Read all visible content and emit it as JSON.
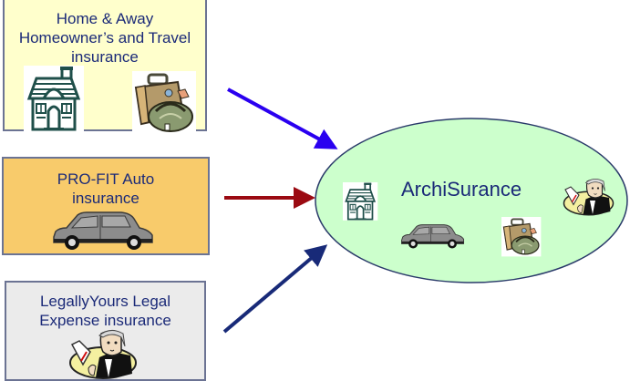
{
  "diagram": {
    "sources": [
      {
        "id": "home",
        "lines": [
          "Home & Away",
          "Homeowner’s and Travel",
          "insurance"
        ],
        "background": "#ffffcc",
        "icons": [
          "house-icon",
          "luggage-icon"
        ]
      },
      {
        "id": "auto",
        "lines": [
          "PRO-FIT Auto",
          "insurance"
        ],
        "background": "#f8cb6b",
        "icons": [
          "car-icon"
        ]
      },
      {
        "id": "legal",
        "lines": [
          "LegallyYours Legal",
          "Expense insurance"
        ],
        "background": "#ebebeb",
        "icons": [
          "lawyer-icon"
        ]
      }
    ],
    "target": {
      "label": "ArchiSurance",
      "background": "#ccffcc",
      "icons": [
        "house-icon",
        "car-icon",
        "luggage-icon",
        "lawyer-icon"
      ]
    },
    "arrows": [
      {
        "from": "home",
        "to": "target",
        "color": "#2a00f0"
      },
      {
        "from": "auto",
        "to": "target",
        "color": "#9b0a12"
      },
      {
        "from": "legal",
        "to": "target",
        "color": "#182a78"
      }
    ],
    "text_color": "#1b2a78"
  }
}
